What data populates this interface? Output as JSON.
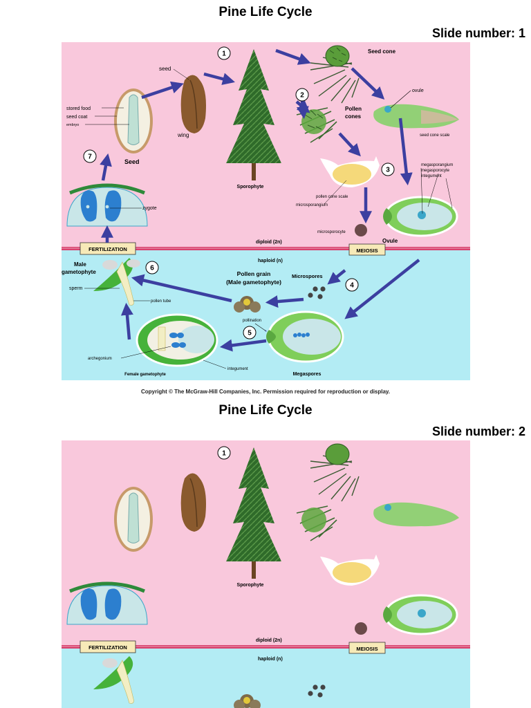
{
  "slides": [
    {
      "title": "Pine Life Cycle",
      "slide_number": "Slide number: 1",
      "copyright": "Copyright © The McGraw-Hill Companies, Inc. Permission required for reproduction or display.",
      "steps": [
        "1",
        "2",
        "3",
        "4",
        "5",
        "6",
        "7"
      ],
      "labels": {
        "seed_cone": "Seed cone",
        "ovule": "ovule",
        "pollen_cones_1": "Pollen",
        "pollen_cones_2": "cones",
        "seed_cone_scale": "seed cone scale",
        "megasporangium": "megasporangium",
        "megasporocyte": "megasporocyte",
        "integument_top": "integument",
        "seed": "seed",
        "wing": "wing",
        "stored_food": "stored food",
        "seed_coat": "seed coat",
        "embryo": "embryo",
        "seed_big": "Seed",
        "sporophyte": "Sporophyte",
        "pollen_cone_scale": "pollen cone scale",
        "microsporangium": "microsporangium",
        "microsporocyte": "microsporocyte",
        "ovule_big": "Ovule",
        "zygote": "zygote",
        "fertilization": "FERTILIZATION",
        "meiosis": "MEIOSIS",
        "diploid": "diploid (2n)",
        "haploid": "haploid (n)",
        "male_gametophyte_1": "Male",
        "male_gametophyte_2": "gametophyte",
        "sperm": "sperm",
        "pollen_tube": "pollen tube",
        "pollen_grain_1": "Pollen grain",
        "pollen_grain_2": "(Male gametophyte)",
        "microspores": "Microspores",
        "pollination": "pollination",
        "archegonium": "archegonium",
        "integument_bottom": "integument",
        "female_gametophyte": "Female gametophyte",
        "megaspores": "Megaspores"
      }
    },
    {
      "title": "Pine Life Cycle",
      "slide_number": "Slide number: 2",
      "steps": [
        "1"
      ],
      "labels": {
        "sporophyte": "Sporophyte",
        "fertilization": "FERTILIZATION",
        "meiosis": "MEIOSIS",
        "diploid": "diploid (2n)",
        "haploid": "haploid (n)"
      }
    }
  ],
  "colors": {
    "diploid_bg": "#f9c8dc",
    "haploid_bg": "#b3ecf4",
    "divider": "#d8416d",
    "arrow": "#3c3fa0",
    "tree": "#2f6b2a",
    "ovule_green": "#7fce5a",
    "ovule_inner": "#c9e6e8",
    "seed_brown": "#8a5a2e",
    "pollen_yellow": "#f5d97a",
    "label_box": "#f7eab8"
  }
}
